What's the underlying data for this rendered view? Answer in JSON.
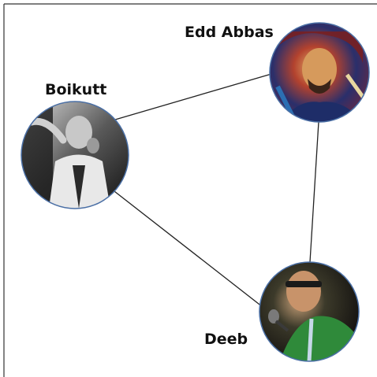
{
  "nodes": [
    {
      "id": "boikutt",
      "label": "Boikutt",
      "photo_style": "black-and-white"
    },
    {
      "id": "edd-abbas",
      "label": "Edd Abbas",
      "photo_style": "painted-colorful"
    },
    {
      "id": "deeb",
      "label": "Deeb",
      "photo_style": "color-photo"
    }
  ],
  "edges": [
    {
      "from": "boikutt",
      "to": "edd-abbas"
    },
    {
      "from": "edd-abbas",
      "to": "deeb"
    },
    {
      "from": "boikutt",
      "to": "deeb"
    }
  ],
  "colors": {
    "frame": "#333333",
    "edge": "#222222",
    "node_border": "#4a6fa5",
    "label": "#111111"
  }
}
